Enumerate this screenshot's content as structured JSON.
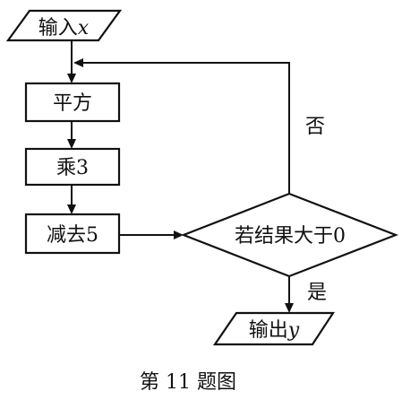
{
  "flowchart": {
    "nodes": {
      "input": {
        "text": "输入",
        "var": "x"
      },
      "square": {
        "text": "平方"
      },
      "multiply": {
        "text": "乘3"
      },
      "subtract": {
        "text": "减去5"
      },
      "condition": {
        "text": "若结果大于0"
      },
      "output": {
        "text": "输出",
        "var": "y"
      }
    },
    "edges": {
      "no_label": "否",
      "yes_label": "是"
    }
  },
  "caption": "第 11 题图"
}
